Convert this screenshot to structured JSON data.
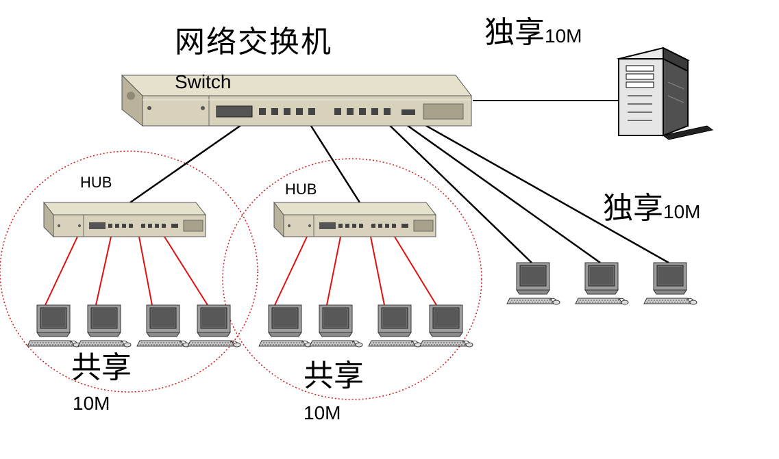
{
  "title": "网络交换机",
  "switch_label": "Switch",
  "top_right": {
    "main": "独享",
    "rate": "10M"
  },
  "mid_right": {
    "main": "独享",
    "rate": "10M"
  },
  "hub1": {
    "label": "HUB",
    "caption": "共享",
    "rate": "10M"
  },
  "hub2": {
    "label": "HUB",
    "caption": "共享",
    "rate": "10M"
  },
  "colors": {
    "switch_body": "#d8d2bc",
    "switch_shadow": "#a09a84",
    "link_switch": "#000000",
    "link_hub": "#e01010",
    "domain_circle": "#d01818"
  },
  "icons": [
    "switch-device",
    "hub-device",
    "server-tower-icon",
    "computer-icon"
  ]
}
